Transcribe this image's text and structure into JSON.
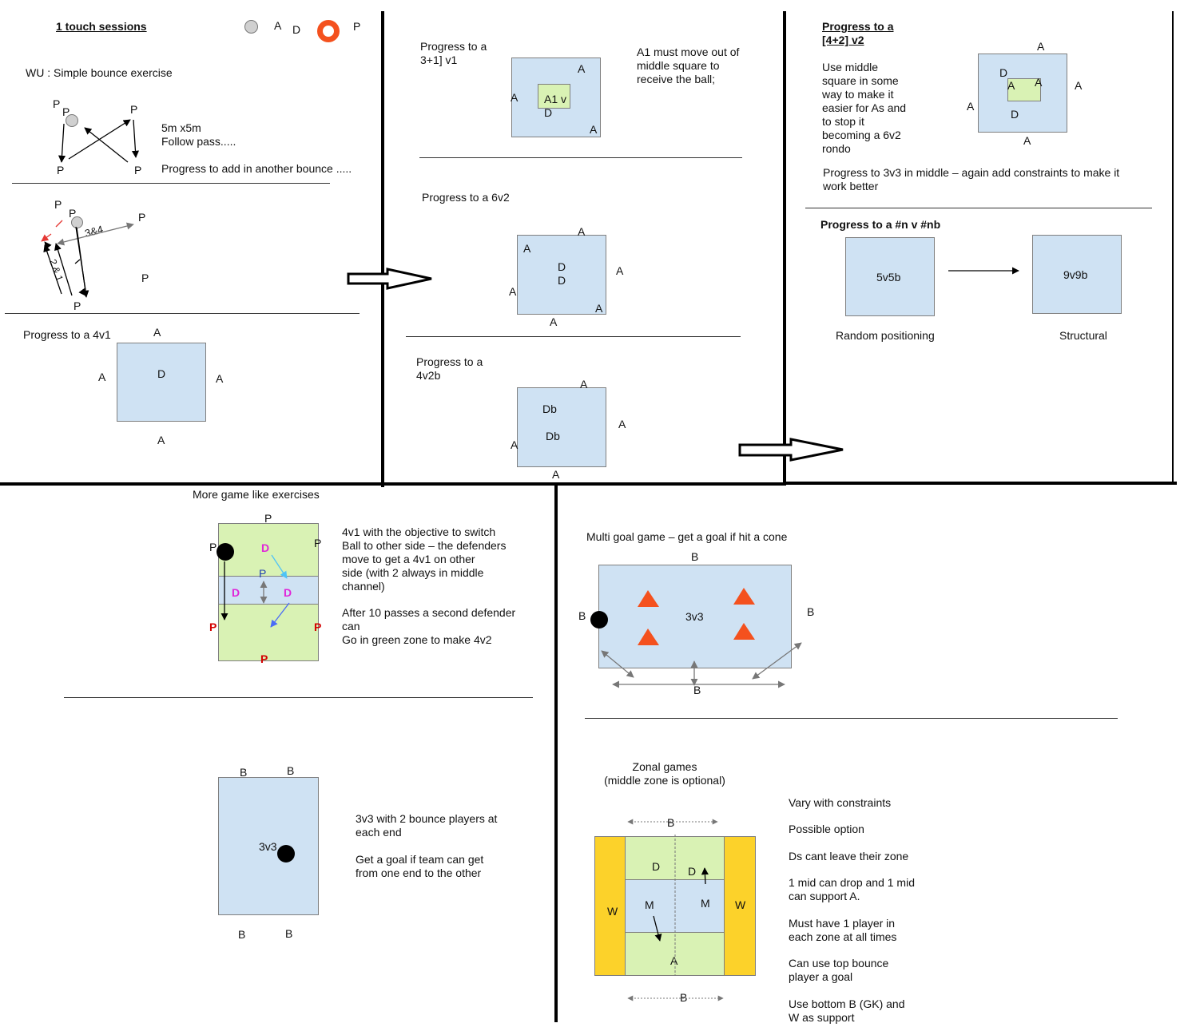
{
  "p1": {
    "title": "1 touch sessions",
    "legend": {
      "a": "A",
      "d": "D",
      "p": "P"
    },
    "wu_title": "WU : Simple bounce exercise",
    "wu_labels": {
      "p1": "P",
      "p2": "P",
      "p3": "P",
      "p4": "P",
      "p5": "P"
    },
    "wu_text1": "5m x5m\nFollow pass.....",
    "wu_text2": "Progress to add in another bounce .....",
    "b2_labels": {
      "p1": "P",
      "p2": "P",
      "p3": "P",
      "p4": "P",
      "p5": "P",
      "n34": "3&4",
      "n12": "2 & 1"
    },
    "prog4v1": "Progress to a 4v1",
    "g4v1": {
      "top": "A",
      "left": "A",
      "right": "A",
      "bottom": "A",
      "center": "D"
    }
  },
  "p2": {
    "prog31": "Progress to a\n 3+1] v1",
    "note31": "A1 must move out of\nmiddle square to\nreceive the ball;",
    "g31": {
      "tr": "A",
      "l": "A",
      "br": "A",
      "inner": "A1 v",
      "d": "D"
    },
    "prog6v2": "Progress to a 6v2",
    "g6v2": {
      "top": "A",
      "tl": "A",
      "d1": "D",
      "d2": "D",
      "right": "A",
      "left": "A",
      "br": "A",
      "bottom": "A"
    },
    "prog4v2b": "Progress to a\n4v2b",
    "g4v2b": {
      "top": "A",
      "db1": "Db",
      "db2": "Db",
      "right": "A",
      "left": "A",
      "bottom": "A"
    }
  },
  "p3": {
    "title": "Progress to a \n[4+2] v2",
    "desc": "Use middle\nsquare in some\nway to make it\neasier for As and\nto stop it\nbecoming a 6v2\nrondo",
    "g42": {
      "top": "A",
      "d1": "D",
      "a1": "A",
      "a2": "A",
      "right": "A",
      "left": "A",
      "d2": "D",
      "bottom": "A"
    },
    "prog3v3": "Progress to 3v3 in middle – again add constraints to make it\nwork better",
    "progn": "Progress to a #n v #nb",
    "box1": "5v5b",
    "box2": "9v9b",
    "cap1": "Random positioning",
    "cap2": "Structural"
  },
  "p4": {
    "title": "More game like exercises",
    "pitch": {
      "top": "P",
      "tl": "P",
      "tr": "P",
      "d1": "D",
      "p_mid": "P",
      "d2": "D",
      "d3": "D",
      "ml": "P",
      "mr": "P",
      "bottom": "P"
    },
    "text1": "4v1 with the objective to switch\nBall to other side – the defenders\nmove to get a 4v1 on other\nside (with 2 always in middle\nchannel)",
    "text2": "After 10 passes a second defender\ncan\nGo in green zone to make 4v2",
    "g3v3": {
      "b1": "B",
      "b2": "B",
      "center": "3v3",
      "b3": "B",
      "b4": "B"
    },
    "text3": "3v3 with 2 bounce players at\neach end",
    "text4": "Get a goal if team can get\nfrom one end to the other"
  },
  "p5": {
    "title": "Multi goal game – get a goal if hit a cone",
    "mg": {
      "top": "B",
      "left": "B",
      "right": "B",
      "bottom": "B",
      "center": "3v3"
    },
    "zonal_title": "Zonal games\n(middle zone is optional)",
    "zonal": {
      "top": "B",
      "d1": "D",
      "d2": "D",
      "wl": "W",
      "m1": "M",
      "m2": "M",
      "wr": "W",
      "a": "A",
      "bottom": "B"
    },
    "notes": [
      "Vary with constraints",
      "Possible option",
      "Ds cant leave their zone",
      "1 mid can drop and 1 mid\ncan support A.",
      "Must have 1 player in\neach zone at all times",
      "Can use top bounce\nplayer a goal",
      "Use bottom B (GK) and\nW as support"
    ]
  },
  "colors": {
    "box": "#cfe2f3",
    "green": "#d9f2b4",
    "yellow": "#fcd22a",
    "cone": "#f4511e",
    "ring": "#f4511e"
  }
}
